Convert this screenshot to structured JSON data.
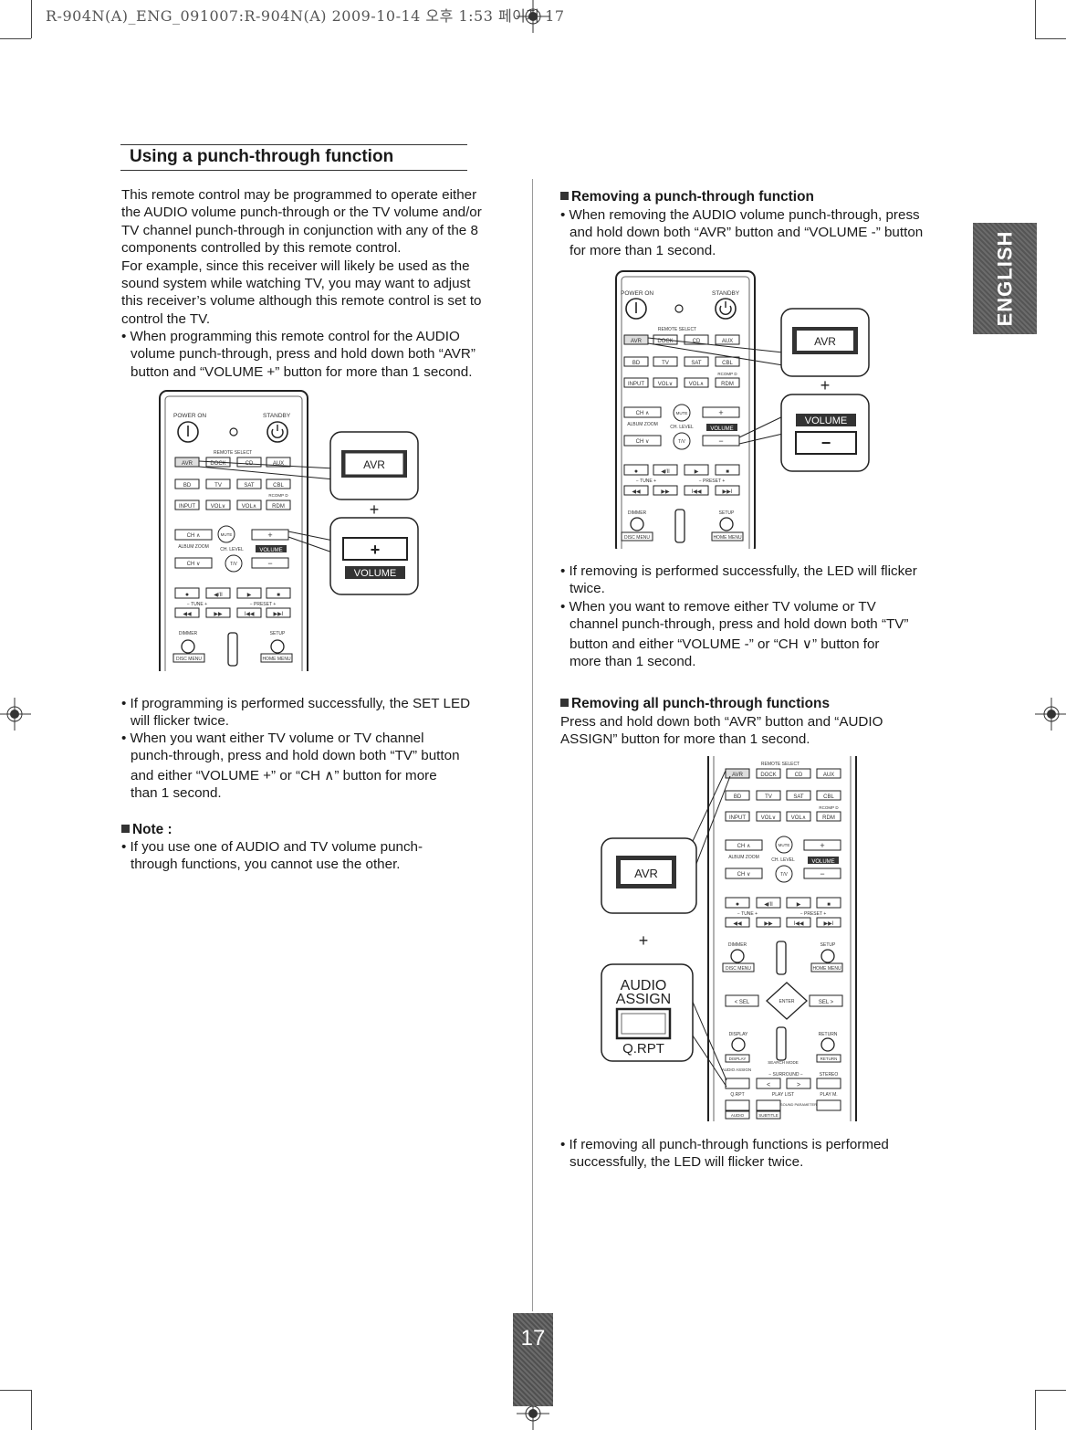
{
  "header": {
    "text": "R-904N(A)_ENG_091007:R-904N(A)  2009-10-14  오후 1:53  페이지 17"
  },
  "tab": {
    "label": "ENGLISH"
  },
  "page_number": "17",
  "left": {
    "title": "Using a punch-through function",
    "intro": [
      "This remote control may be programmed to operate either",
      "the AUDIO volume punch-through or the TV volume and/or",
      "TV channel punch-through in conjunction with any of the 8",
      "components controlled by this remote control.",
      "For example, since this receiver will likely be used as the",
      "sound system while watching TV, you may want to adjust",
      "this receiver’s volume although this remote control is set to",
      "control the TV."
    ],
    "bullet1": [
      "• When programming this remote control for the AUDIO",
      "volume punch-through, press and hold down both “AVR”",
      "button and “VOLUME +” button for more than 1 second."
    ],
    "bullet2": [
      "• If programming is performed successfully, the SET LED",
      "will flicker twice."
    ],
    "bullet3": [
      "• When you want either TV volume or TV channel",
      "punch-through, press and hold down both “TV” button",
      "and either “VOLUME +” or “CH ∧” button for more",
      "than 1 second."
    ],
    "note_heading": "Note :",
    "note": [
      "• If you use one of AUDIO and TV volume punch-",
      "through functions, you cannot use the other."
    ]
  },
  "right": {
    "removing_heading": "Removing a punch-through function",
    "removing_bullet": [
      "• When removing the AUDIO volume punch-through, press",
      "and hold down both “AVR” button and “VOLUME -” button",
      "for more than 1 second."
    ],
    "after1": [
      "• If removing is performed successfully, the LED will flicker",
      "twice."
    ],
    "after2": [
      "• When you want to remove either TV volume or TV",
      "channel punch-through, press and hold down both “TV”",
      "button and either “VOLUME -” or “CH ∨” button for",
      "more than 1 second."
    ],
    "removing_all_heading": "Removing all punch-through functions",
    "removing_all": [
      "Press and hold down both “AVR” button and “AUDIO",
      "ASSIGN” button for more than 1 second."
    ],
    "final": [
      "• If removing all punch-through functions is performed",
      "successfully, the LED will flicker twice."
    ]
  },
  "remote": {
    "power_on": "POWER ON",
    "standby": "STANDBY",
    "remote_select": "REMOTE SELECT",
    "avr": "AVR",
    "dock": "DOCK",
    "cd": "CD",
    "aux": "AUX",
    "bd": "BD",
    "tv": "TV",
    "sat": "SAT",
    "cbl": "CBL",
    "rcomp": "RCOMP D",
    "input": "INPUT",
    "vol_down": "VOL∨",
    "vol_up": "VOL∧",
    "rdm": "RDM",
    "ch_up": "CH ∧",
    "ch_down": "CH ∨",
    "mute": "MUTE",
    "tv_v": "T/V",
    "album_zoom": "ALBUM ZOOM",
    "ch_level": "CH. LEVEL",
    "volume": "VOLUME",
    "plus": "+",
    "minus": "−",
    "rec": "●",
    "play_pause": "◀/II",
    "play": "▶",
    "stop": "■",
    "tune": "−  TUNE  +",
    "preset": "−  PRESET  +",
    "rew": "◀◀",
    "fwd": "▶▶",
    "prev": "I◀◀",
    "next": "▶▶I",
    "dimmer": "DIMMER",
    "setup": "SETUP",
    "disc_menu": "DISC MENU",
    "home_menu": "HOME MENU",
    "sel_left": "< SEL",
    "enter": "ENTER",
    "sel_right": "SEL >",
    "display": "DISPLAY",
    "return": "RETURN",
    "search_mode": "SEARCH MODE",
    "audio_assign_small": "AUDIO ASSIGN",
    "surround": "−  SURROUND  −",
    "stereo": "STEREO",
    "q_rpt": "Q.RPT",
    "play_list": "PLAY LIST",
    "play_m": "PLAY M.",
    "sound_param": "SOUND PARAMETER",
    "audio": "AUDIO",
    "subtitle": "SUBTITLE",
    "callout_avr": "AVR",
    "callout_volume": "VOLUME",
    "callout_audio": "AUDIO",
    "callout_assign": "ASSIGN",
    "callout_qrpt": "Q.RPT",
    "callout_plus": "+"
  }
}
